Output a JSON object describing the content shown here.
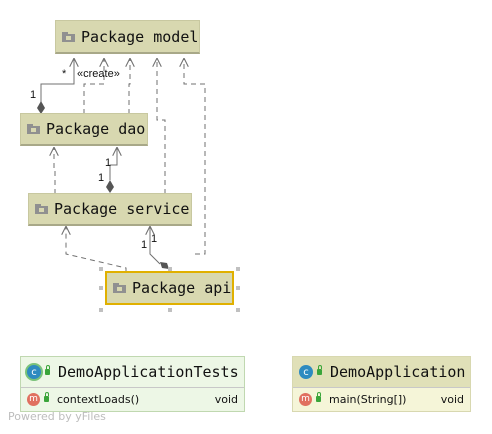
{
  "packages": {
    "model": "Package model",
    "dao": "Package dao",
    "service": "Package service",
    "api": "Package api"
  },
  "edge_labels": {
    "dao_to_model_mult_top": "*",
    "dao_to_model_mult_bottom": "1",
    "dao_to_model_stereotype": "«create»",
    "service_to_dao_mult_a": "1",
    "service_to_dao_mult_b": "1",
    "api_to_service_mult_a": "1",
    "api_to_service_mult_b": "1"
  },
  "classes": {
    "tests": {
      "name": "DemoApplicationTests",
      "icon": "class-icon",
      "members": [
        {
          "icon": "method-icon",
          "name": "contextLoads()",
          "type": "void"
        }
      ]
    },
    "app": {
      "name": "DemoApplication",
      "icon": "class-icon",
      "members": [
        {
          "icon": "method-icon",
          "name": "main(String[])",
          "type": "void"
        }
      ]
    }
  },
  "colors": {
    "package_fill": "#d8d8b0",
    "selection": "#e0b000",
    "test_class_fill": "#edf7e6",
    "class_fill": "#f5f5d8",
    "edge": "#707070"
  },
  "footer": "Powered by yFiles"
}
